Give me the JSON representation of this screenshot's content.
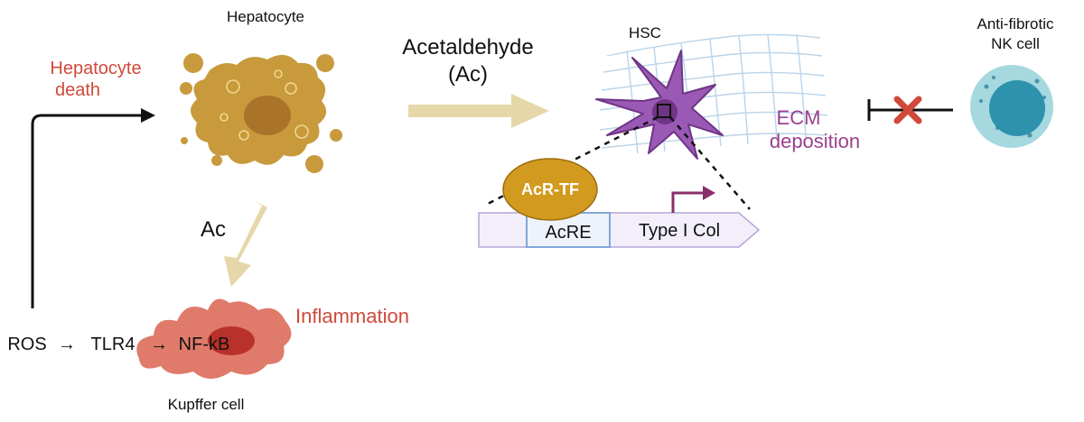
{
  "labels": {
    "hepatocyte": "Hepatocyte",
    "hepatocyte_death_line1": "Hepatocyte",
    "hepatocyte_death_line2": "death",
    "acetaldehyde_line1": "Acetaldehyde",
    "acetaldehyde_line2": "(Ac)",
    "hsc": "HSC",
    "nk_line1": "Anti-fibrotic",
    "nk_line2": "NK cell",
    "ecm_line1": "ECM",
    "ecm_line2": "deposition",
    "acr_tf": "AcR-TF",
    "acre": "AcRE",
    "type1col": "Type I Col",
    "ac_down": "Ac",
    "inflammation": "Inflammation",
    "ros": "ROS",
    "tlr4": "TLR4",
    "nfkb": "NF-kB",
    "kupffer": "Kupffer cell",
    "pathway_arrow": "→"
  },
  "colors": {
    "hepatocyte_fill": "#c89a3c",
    "hepatocyte_dark": "#a9732a",
    "death_text": "#d0493a",
    "ac_arrow": "#e6d7a9",
    "hsc_fill": "#9b59b6",
    "hsc_stroke": "#6f3585",
    "ecm_text": "#9b3f8f",
    "nk_outer": "#a6d8df",
    "nk_inner": "#2e92ad",
    "cross": "#d0493a",
    "kupffer_fill": "#e07a6a",
    "kupffer_nucleus": "#b8312a",
    "tf_fill": "#d29a1e",
    "dna_fill": "#f3effa",
    "dna_stroke": "#b6a6d6",
    "acre_stroke": "#7fa7d6",
    "gene_arrow": "#8a2f6a"
  }
}
